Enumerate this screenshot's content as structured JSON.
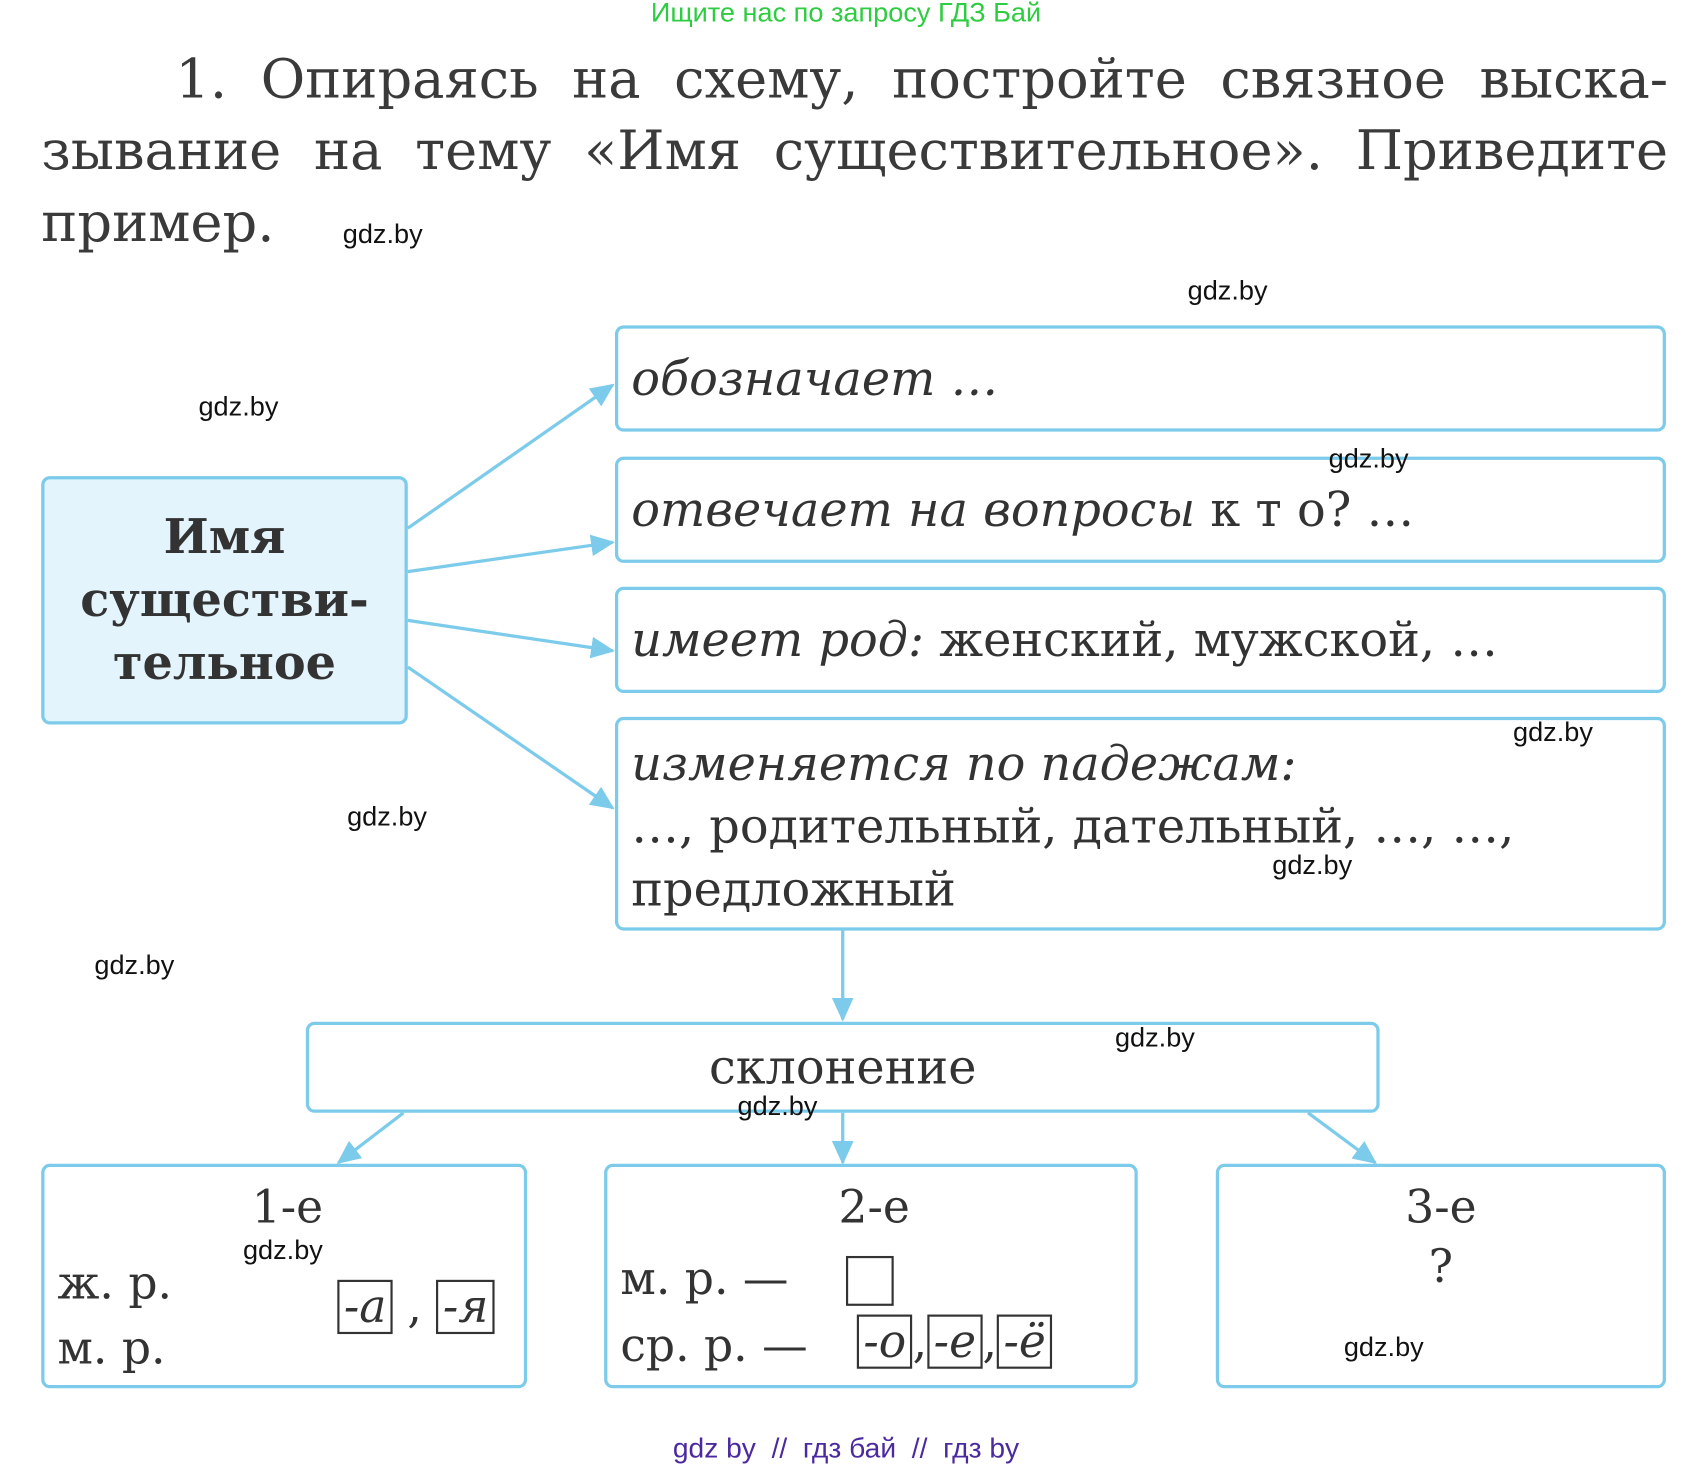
{
  "top_banner": "Ищите нас по запросу ГДЗ Бай",
  "task": {
    "number": "1.",
    "text": "Опираясь на схему, постройте связное выска-зывание на тему «Имя существительное». Приведите пример."
  },
  "scheme": {
    "main": [
      "Имя",
      "существи-",
      "тельное"
    ],
    "b1": "обозначает …",
    "b2": {
      "italic": "отвечает на вопросы",
      "rest": " к т о? …"
    },
    "b3": {
      "italic": "имеет род:",
      "rest": " женский, мужской, …"
    },
    "b4": {
      "italic": "изменяется по падежам:",
      "line2": "…, родительный, дательный, …, …,",
      "line3": "предложный"
    },
    "declension": "склонение",
    "d1": {
      "title": "1-е",
      "l1": "ж. р.",
      "l2": "м. р.",
      "e1": "-а",
      "e2": "-я",
      "sep": ","
    },
    "d2": {
      "title": "2-е",
      "l1": "м. р. —",
      "l2": "ср. р. —",
      "e1": "-о",
      "e2": "-е",
      "e3": "-ё",
      "sep": ","
    },
    "d3": {
      "title": "3-е",
      "q": "?"
    }
  },
  "watermark": "gdz.by",
  "footer": "gdz by  //  гдз бай  //  гдз by",
  "colors": {
    "border": "#7ccbea",
    "main_fill": "#e3f4fc",
    "banner": "#2ecc40",
    "footer": "#4b2aa0"
  }
}
